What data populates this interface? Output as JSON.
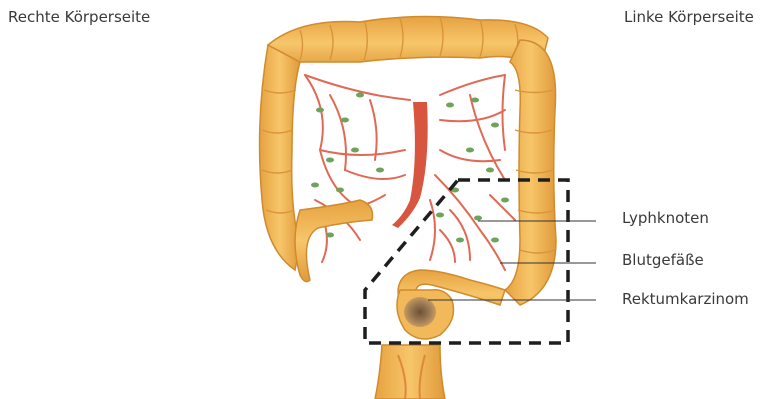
{
  "labels": {
    "right_side": "Rechte Körperseite",
    "left_side": "Linke Körperseite",
    "lymph_nodes": "Lyphknoten",
    "blood_vessels": "Blutgefäße",
    "rectal_carcinoma": "Rektumkarzinom"
  },
  "colors": {
    "colon": "#f2b95a",
    "colon_shadow": "#d48f2e",
    "vessel": "#e06a55",
    "aorta": "#d85540",
    "lymph": "#6fa25a",
    "tumor": "#8a6a4a"
  }
}
